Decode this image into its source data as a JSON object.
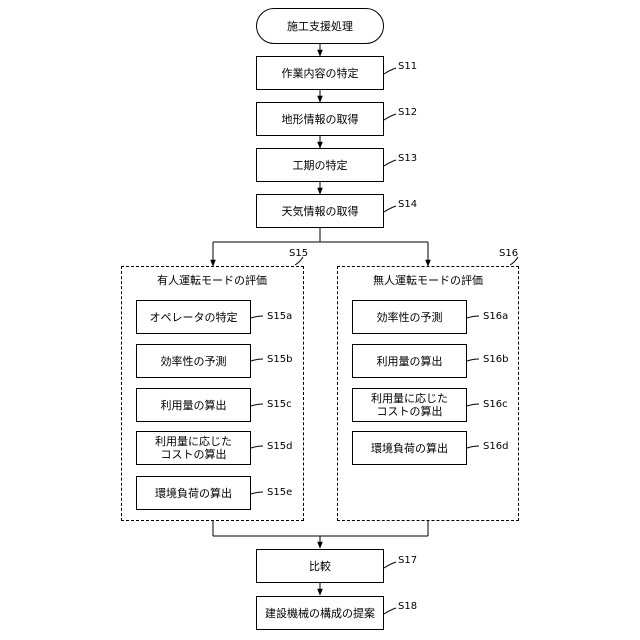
{
  "start": "施工支援処理",
  "main_steps": [
    {
      "label": "作業内容の特定",
      "step": "S11"
    },
    {
      "label": "地形情報の取得",
      "step": "S12"
    },
    {
      "label": "工期の特定",
      "step": "S13"
    },
    {
      "label": "天気情報の取得",
      "step": "S14"
    }
  ],
  "left_group": {
    "step": "S15",
    "title": "有人運転モードの評価",
    "items": [
      {
        "label": "オペレータの特定",
        "step": "S15a"
      },
      {
        "label": "効率性の予測",
        "step": "S15b"
      },
      {
        "label": "利用量の算出",
        "step": "S15c"
      },
      {
        "label": "利用量に応じた\nコストの算出",
        "step": "S15d"
      },
      {
        "label": "環境負荷の算出",
        "step": "S15e"
      }
    ]
  },
  "right_group": {
    "step": "S16",
    "title": "無人運転モードの評価",
    "items": [
      {
        "label": "効率性の予測",
        "step": "S16a"
      },
      {
        "label": "利用量の算出",
        "step": "S16b"
      },
      {
        "label": "利用量に応じた\nコストの算出",
        "step": "S16c"
      },
      {
        "label": "環境負荷の算出",
        "step": "S16d"
      }
    ]
  },
  "final_steps": [
    {
      "label": "比較",
      "step": "S17"
    },
    {
      "label": "建設機械の構成の提案",
      "step": "S18"
    }
  ]
}
